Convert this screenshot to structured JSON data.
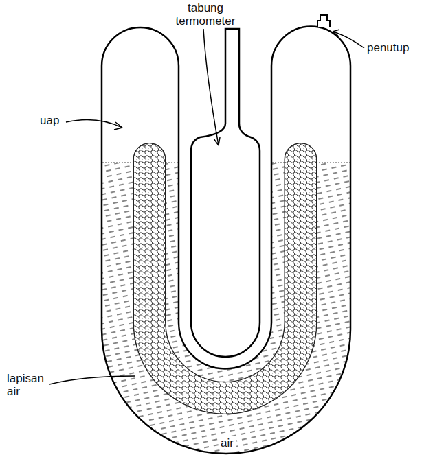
{
  "diagram": {
    "labels": [
      "tabung termometer",
      "uap",
      "penutup",
      "lapisan air",
      "air"
    ]
  }
}
